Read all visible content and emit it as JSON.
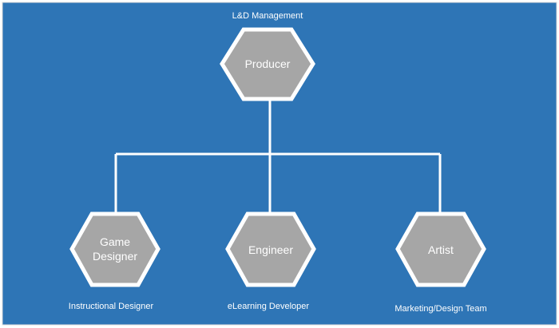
{
  "diagram": {
    "title": "L&D Management",
    "colors": {
      "background": "#2e75b6",
      "hexagon_fill": "#a6a6a6",
      "hexagon_stroke": "#ffffff",
      "connector": "#ffffff",
      "text": "#ffffff"
    },
    "root": {
      "label": "Producer"
    },
    "children": [
      {
        "label_lines": [
          "Game",
          "Designer"
        ],
        "caption": "Instructional Designer"
      },
      {
        "label_lines": [
          "Engineer"
        ],
        "caption": "eLearning Developer"
      },
      {
        "label_lines": [
          "Artist"
        ],
        "caption": "Marketing/Design Team"
      }
    ]
  }
}
